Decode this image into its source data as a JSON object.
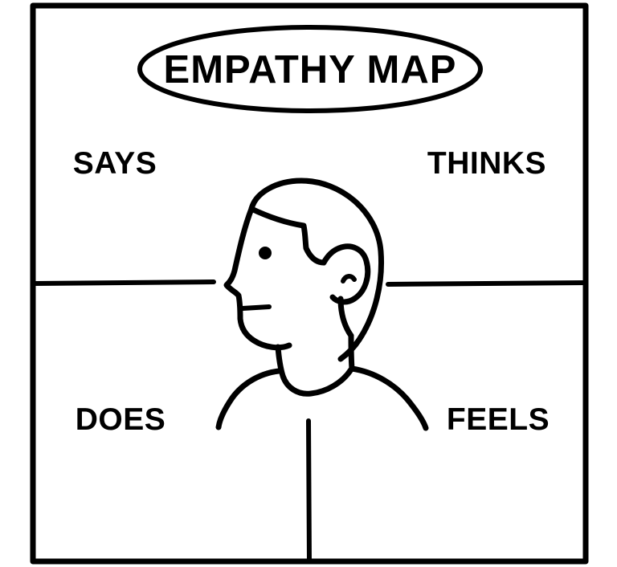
{
  "diagram": {
    "kind": "empathy-map",
    "title": "EMPATHY MAP",
    "background_color": "#ffffff",
    "ink_color": "#000000",
    "quadrants": [
      {
        "id": "says",
        "label": "SAYS",
        "position": "top-left"
      },
      {
        "id": "thinks",
        "label": "THINKS",
        "position": "top-right"
      },
      {
        "id": "does",
        "label": "DOES",
        "position": "bottom-left"
      },
      {
        "id": "feels",
        "label": "FEELS",
        "position": "bottom-right"
      }
    ],
    "center_figure": {
      "name": "person-head-profile",
      "description": "Line-art bust of a person in left-facing profile"
    }
  }
}
